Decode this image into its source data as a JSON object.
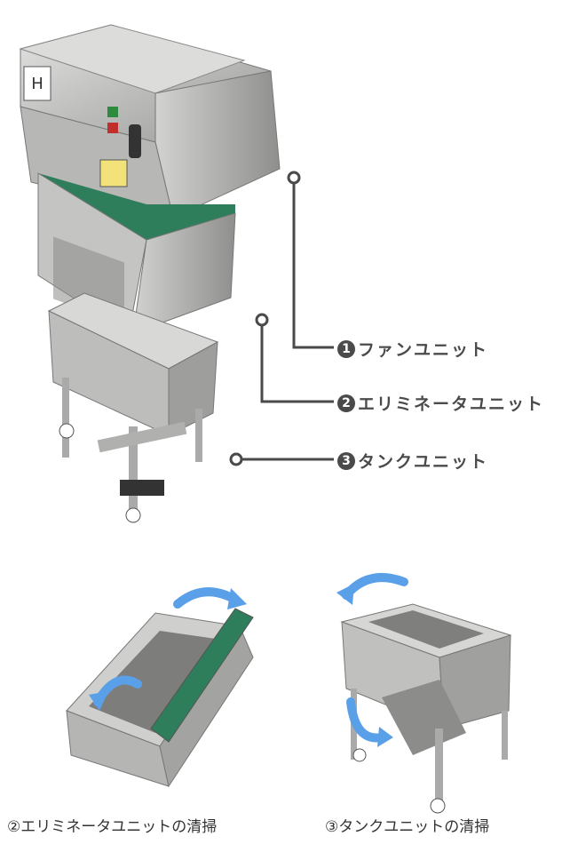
{
  "callouts": [
    {
      "num": "1",
      "text": "ファンユニット"
    },
    {
      "num": "2",
      "text": "エリミネータユニット"
    },
    {
      "num": "3",
      "text": "タンクユニット"
    }
  ],
  "captions": {
    "left": "②エリミネータユニットの清掃",
    "right": "③タンクユニットの清掃"
  },
  "colors": {
    "steel": "#c9c9c7",
    "steel_dark": "#8e8e8c",
    "green_filter": "#2e7d5b",
    "arrow_blue": "#5aa0e8",
    "line": "#4a4a4a"
  }
}
